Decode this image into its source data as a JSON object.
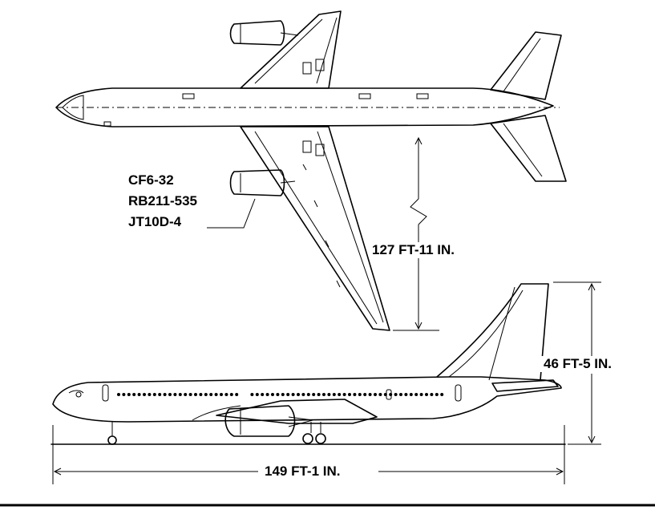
{
  "engines": [
    "CF6-32",
    "RB211-535",
    "JT10D-4"
  ],
  "dimensions": {
    "semi_span": "127 FT-11 IN.",
    "height": "46 FT-5 IN.",
    "length": "149 FT-1 IN."
  }
}
